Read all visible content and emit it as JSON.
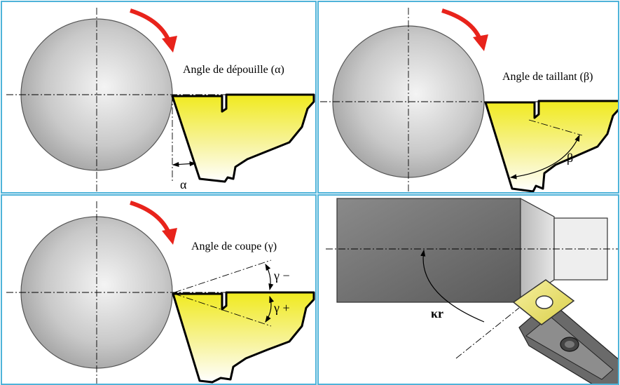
{
  "panels": {
    "relief": {
      "title": "Angle de dépouille (α)",
      "symbol": "α"
    },
    "wedge": {
      "title": "Angle de taillant (β)",
      "symbol": "β"
    },
    "rake": {
      "title": "Angle de coupe (γ)",
      "symbol_neg": "γ −",
      "symbol_pos": "γ +"
    },
    "approach": {
      "symbol": "κr"
    }
  },
  "colors": {
    "border": "#4fb3d9",
    "arrow": "#e8231b",
    "tool_yellow": "#f2ec2a",
    "workpiece_grey": "#a9a9a9",
    "holder_grey": "#6f6f6f",
    "insert_yellow": "#f0e77a"
  },
  "icons": {
    "rotation": "curved-rotation-arrow-icon",
    "insert_hole": "insert-clamp-hole-icon"
  }
}
